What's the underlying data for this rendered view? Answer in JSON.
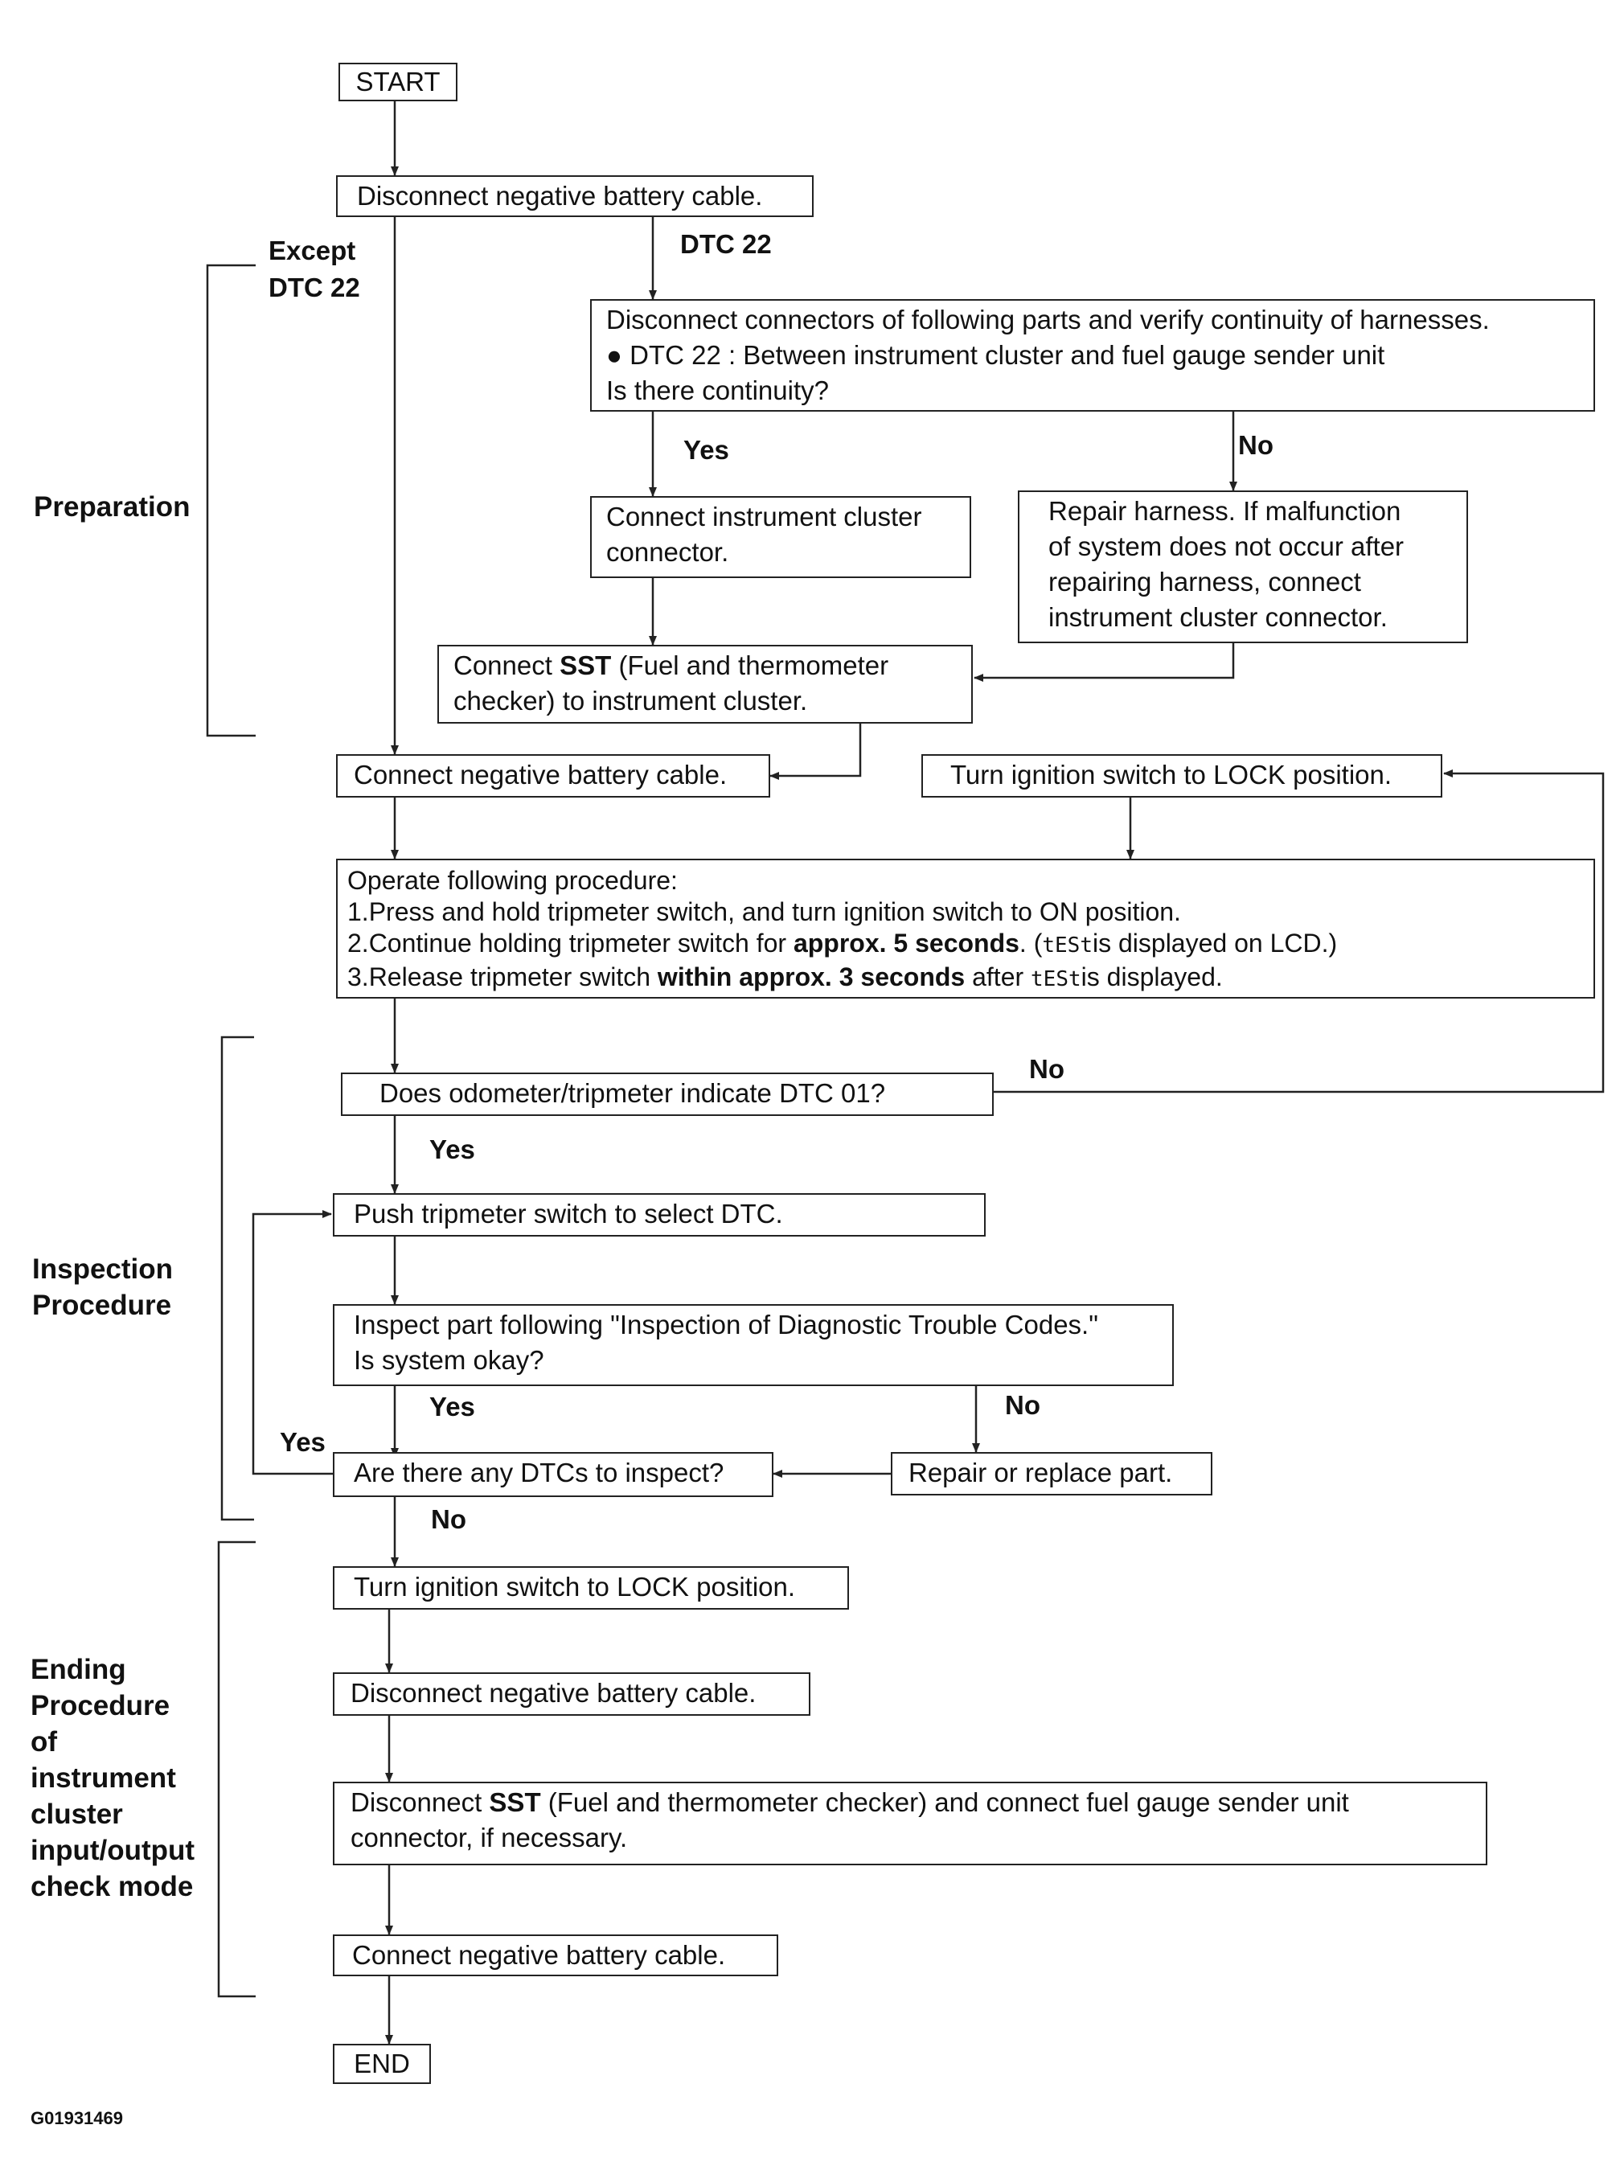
{
  "boxes": {
    "start": "START",
    "disconnect1": "Disconnect negative battery cable.",
    "continuity": {
      "line1": "Disconnect connectors of following parts and verify continuity of harnesses.",
      "line2": "● DTC 22 : Between instrument cluster and fuel gauge sender unit",
      "line3": "Is there continuity?"
    },
    "connect_cluster": {
      "line1": "Connect instrument cluster",
      "line2": "connector."
    },
    "repair_harness": {
      "line1": "Repair harness. If malfunction",
      "line2": "of system does not occur after",
      "line3": "repairing harness, connect",
      "line4": "instrument cluster connector."
    },
    "connect_sst": {
      "l1_pre": "Connect ",
      "l1_bold": "SST",
      "l1_post": " (Fuel and thermometer",
      "line2": "checker) to instrument cluster."
    },
    "connect_battery1": "Connect negative battery cable.",
    "turn_lock1": "Turn ignition switch to LOCK position.",
    "operate": {
      "line1": "Operate following procedure:",
      "line2": "1.Press and hold tripmeter switch, and turn ignition switch to ON position.",
      "l3_pre": "2.Continue holding tripmeter switch for ",
      "l3_bold": "approx. 5 seconds",
      "l3_mid": ". (",
      "l3_lcd": "tESt",
      "l3_post": "is displayed on LCD.)",
      "l4_pre": "3.Release tripmeter switch ",
      "l4_bold": "within approx. 3 seconds",
      "l4_mid": " after ",
      "l4_lcd": "tESt",
      "l4_post": "is displayed."
    },
    "dtc01": "Does odometer/tripmeter indicate DTC 01?",
    "push_select": "Push tripmeter switch to select DTC.",
    "inspect_part": {
      "line1": "Inspect part following \"Inspection of Diagnostic Trouble Codes.\"",
      "line2": "Is system okay?"
    },
    "any_dtcs": "Are there any DTCs to inspect?",
    "repair_replace": "Repair or replace part.",
    "turn_lock2": "Turn ignition switch to LOCK position.",
    "disconnect2": "Disconnect negative battery cable.",
    "disconnect_sst": {
      "l1_pre": "Disconnect ",
      "l1_bold": "SST",
      "l1_post": " (Fuel and thermometer checker) and connect fuel gauge sender unit",
      "line2": "connector, if necessary."
    },
    "connect_battery2": "Connect negative battery cable.",
    "end": "END"
  },
  "labels": {
    "except_dtc22_l1": "Except",
    "except_dtc22_l2": "DTC 22",
    "dtc22": "DTC 22",
    "yes_continuity": "Yes",
    "no_continuity": "No",
    "no_dtc01": "No",
    "yes_dtc01": "Yes",
    "yes_okay": "Yes",
    "no_okay": "No",
    "yes_loop": "Yes",
    "no_any": "No"
  },
  "sections": {
    "preparation": [
      "Preparation"
    ],
    "inspection": [
      "Inspection",
      "Procedure"
    ],
    "ending": [
      "Ending",
      "Procedure",
      "of",
      "instrument",
      "cluster",
      "input/output",
      "check mode"
    ]
  },
  "figure_id": "G01931469"
}
